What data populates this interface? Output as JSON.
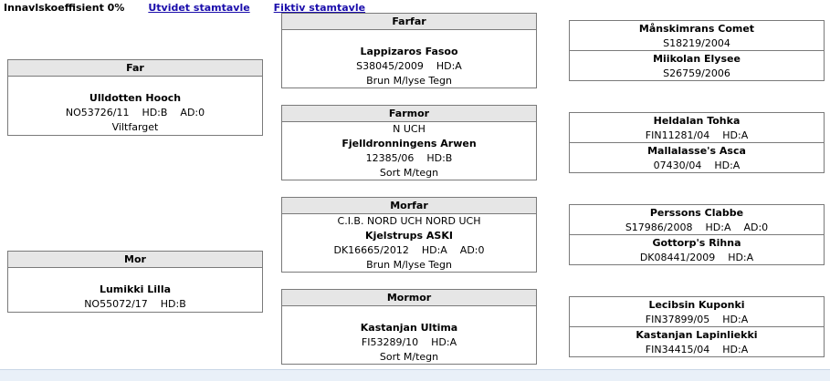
{
  "topbar": {
    "coef_label": "Innavlskoeffisient 0%",
    "links": [
      "Utvidet stamtavle",
      "Fiktiv stamtavle"
    ]
  },
  "parents": [
    {
      "title": "Far",
      "lines": [
        "Ulldotten Hooch",
        "NO53726/11    HD:B    AD:0",
        "Viltfarget"
      ]
    },
    {
      "title": "Mor",
      "lines": [
        "Lumikki Lilla",
        "NO55072/17    HD:B"
      ]
    }
  ],
  "grandparents": [
    {
      "title": "Farfar",
      "prefix": "",
      "name": "Lappizaros Fasoo",
      "reg": "S38045/2009    HD:A",
      "color": "Brun M/lyse Tegn"
    },
    {
      "title": "Farmor",
      "prefix": "N UCH",
      "name": "Fjelldronningens Arwen",
      "reg": "12385/06    HD:B",
      "color": "Sort M/tegn"
    },
    {
      "title": "Morfar",
      "prefix": "C.I.B. NORD UCH NORD UCH",
      "name": "Kjelstrups ASKI",
      "reg": "DK16665/2012    HD:A    AD:0",
      "color": "Brun M/lyse Tegn"
    },
    {
      "title": "Mormor",
      "prefix": "",
      "name": "Kastanjan Ultima",
      "reg": "FI53289/10    HD:A",
      "color": "Sort M/tegn"
    }
  ],
  "great_grandparents": [
    [
      {
        "name": "Månskimrans Comet",
        "reg": "S18219/2004"
      },
      {
        "name": "Miikolan Elysee",
        "reg": "S26759/2006"
      }
    ],
    [
      {
        "name": "Heldalan Tohka",
        "reg": "FIN11281/04    HD:A"
      },
      {
        "name": "Mallalasse's Asca",
        "reg": "07430/04    HD:A"
      }
    ],
    [
      {
        "name": "Perssons Clabbe",
        "reg": "S17986/2008    HD:A    AD:0"
      },
      {
        "name": "Gottorp's Rihna",
        "reg": "DK08441/2009    HD:A"
      }
    ],
    [
      {
        "name": "Lecibsin Kuponki",
        "reg": "FIN37899/05    HD:A"
      },
      {
        "name": "Kastanjan Lapinliekki",
        "reg": "FIN34415/04    HD:A"
      }
    ]
  ]
}
